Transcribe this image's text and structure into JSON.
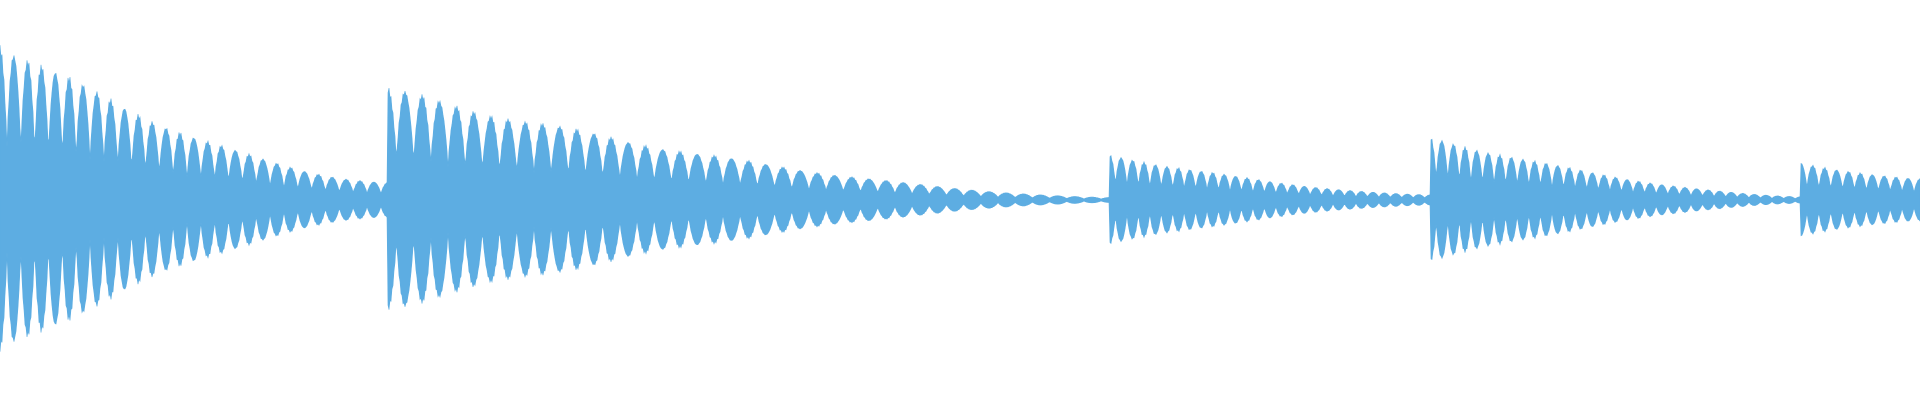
{
  "waveform": {
    "color": "#5dade2",
    "background": "#ffffff",
    "duration": 1.0,
    "segments": [
      {
        "start": 0.0,
        "end": 0.202,
        "peak": 0.9,
        "floor": 0.1,
        "cycles": 28
      },
      {
        "start": 0.202,
        "end": 0.578,
        "peak": 0.63,
        "floor": 0.015,
        "cycles": 42
      },
      {
        "start": 0.578,
        "end": 0.745,
        "peak": 0.26,
        "floor": 0.03,
        "cycles": 28
      },
      {
        "start": 0.745,
        "end": 0.938,
        "peak": 0.36,
        "floor": 0.02,
        "cycles": 32
      },
      {
        "start": 0.938,
        "end": 1.0,
        "peak": 0.22,
        "floor": 0.12,
        "cycles": 10
      }
    ]
  }
}
